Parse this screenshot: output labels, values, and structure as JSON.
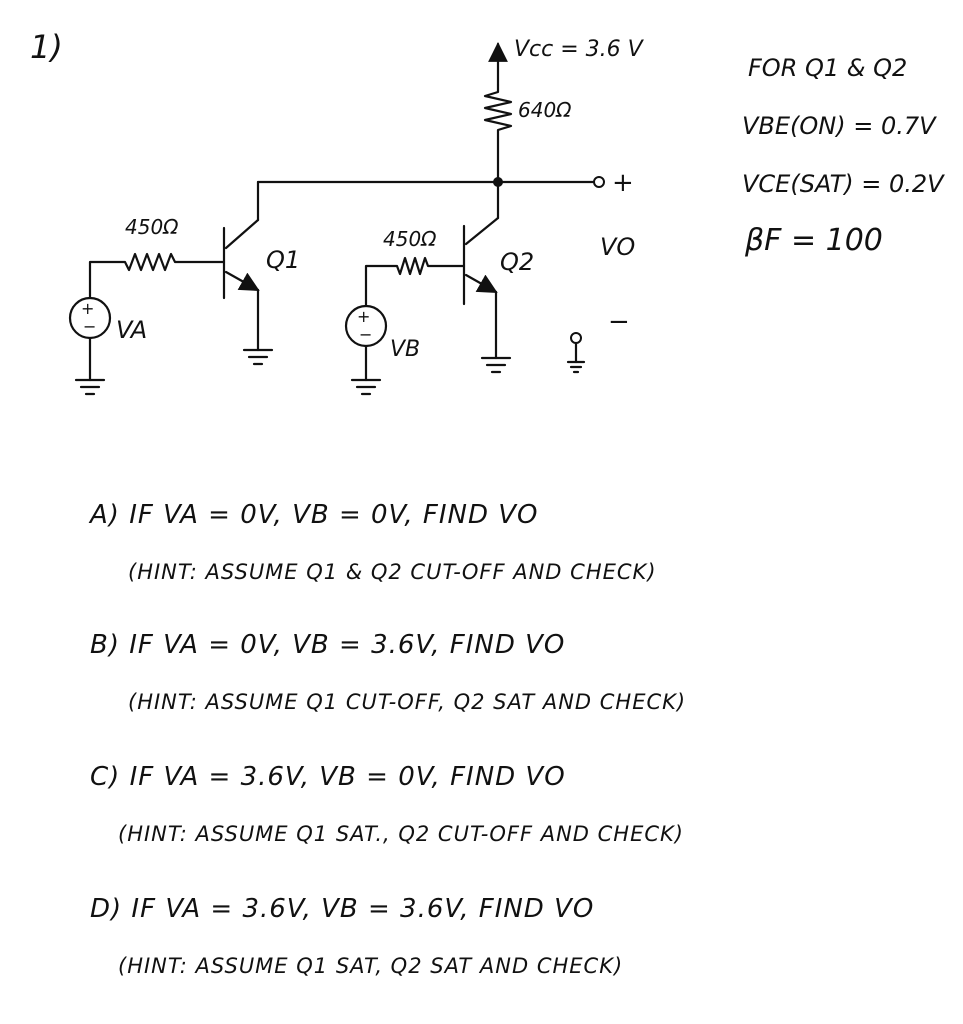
{
  "problem_number": "1)",
  "circuit": {
    "vcc_label": "Vcc = 3.6 V",
    "rc_label": "640Ω",
    "rb1_label": "450Ω",
    "rb2_label": "450Ω",
    "q1_label": "Q1",
    "q2_label": "Q2",
    "va_label": "VA",
    "vb_label": "VB",
    "vo_label": "VO",
    "plus_sign": "+",
    "minus_sign": "−"
  },
  "params": {
    "header": "FOR Q1 & Q2",
    "vbe": "VBE(ON) = 0.7V",
    "vce": "VCE(SAT) = 0.2V",
    "beta": "βF = 100"
  },
  "questions": [
    {
      "title": "A) IF VA = 0V, VB = 0V, FIND VO",
      "hint": "(HINT: ASSUME Q1 & Q2 CUT-OFF AND CHECK)"
    },
    {
      "title": "B) IF VA = 0V, VB = 3.6V, FIND VO",
      "hint": "(HINT: ASSUME Q1 CUT-OFF, Q2 SAT AND CHECK)"
    },
    {
      "title": "C) IF VA = 3.6V, VB = 0V, FIND VO",
      "hint": "(HINT: ASSUME Q1 SAT., Q2 CUT-OFF AND CHECK)"
    },
    {
      "title": "D) IF VA = 3.6V, VB = 3.6V, FIND VO",
      "hint": "(HINT: ASSUME Q1 SAT, Q2 SAT AND CHECK)"
    }
  ]
}
